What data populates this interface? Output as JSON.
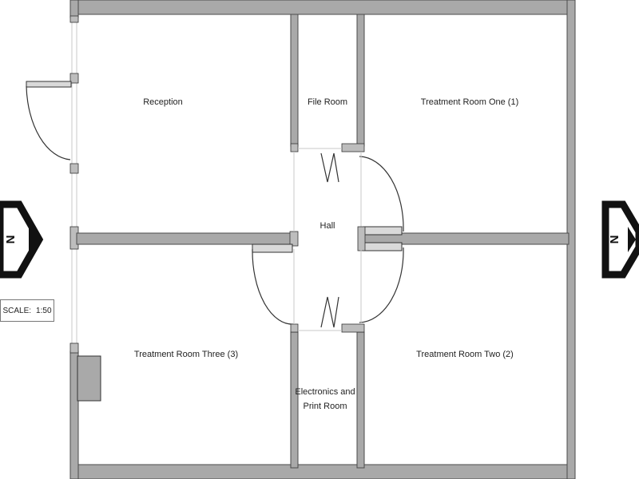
{
  "rooms": {
    "reception": "Reception",
    "file_room": "File Room",
    "treatment_one": "Treatment Room One (1)",
    "hall": "Hall",
    "treatment_three": "Treatment Room Three (3)",
    "treatment_two": "Treatment Room Two (2)",
    "electronics_line1": "Electronics and",
    "electronics_line2": "Print Room"
  },
  "scale": {
    "label": "SCALE:",
    "value": "1:50"
  },
  "compass": {
    "left_letter": "N",
    "right_letter": "N"
  },
  "colors": {
    "wall": "#a9a9a9",
    "outline": "#333333"
  }
}
